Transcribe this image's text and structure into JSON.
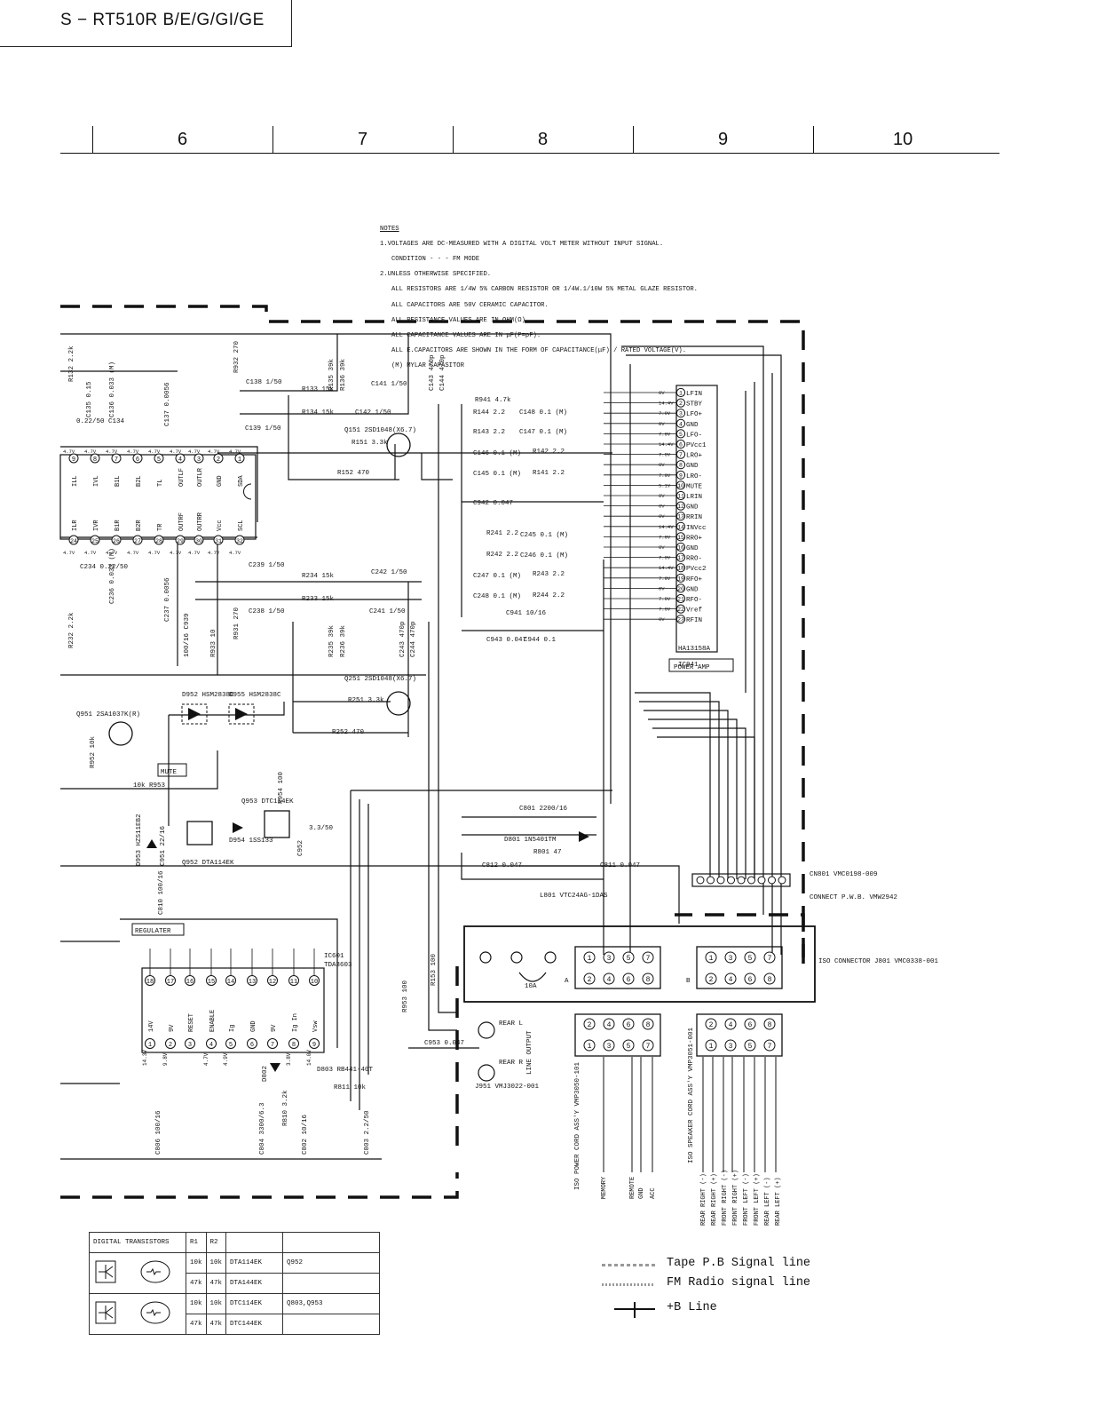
{
  "header": {
    "title": "S − RT510R B/E/G/GI/GE"
  },
  "columns": [
    "6",
    "7",
    "8",
    "9",
    "10"
  ],
  "notes": {
    "heading": "NOTES",
    "lines": [
      "1.VOLTAGES ARE DC-MEASURED WITH A DIGITAL VOLT METER WITHOUT INPUT SIGNAL.",
      "   CONDITION - - - FM MODE",
      "2.UNLESS OTHERWISE SPECIFIED.",
      "   ALL RESISTORS ARE 1/4W 5% CARBON RESISTOR OR 1/4W.1/10W 5% METAL GLAZE RESISTOR.",
      "   ALL CAPACITORS ARE 50V CERAMIC CAPACITOR.",
      "   ALL RESISTANCE VALUES ARE IN OHM(Ω).",
      "   ALL CAPACITANCE VALUES ARE IN μF(P=pF).",
      "   ALL E.CAPACITORS ARE SHOWN IN THE FORM OF CAPACITANCE(μF) / RATED VOLTAGE(V).",
      "   (M) MYLAR CAPASITOR"
    ]
  },
  "ic941": {
    "ref": "IC941",
    "part": "HA13158A",
    "label": "POWER AMP",
    "pins": [
      "LFIN",
      "STBY",
      "LFO+",
      "GND",
      "LFO-",
      "PVcc1",
      "LRO+",
      "GND",
      "LRO-",
      "MUTE",
      "LRIN",
      "GND",
      "RRIN",
      "INVcc",
      "RRO+",
      "GND",
      "RRO-",
      "PVcc2",
      "RFO+",
      "GND",
      "RFO-",
      "Vref",
      "RFIN"
    ],
    "voltages": [
      "0V",
      "14.4V",
      "7.0V",
      "0V",
      "7.0V",
      "14.4V",
      "7.0V",
      "0V",
      "7.0V",
      "5.1V",
      "0V",
      "0V",
      "0V",
      "14.4V",
      "7.0V",
      "0V",
      "7.0V",
      "14.4V",
      "7.0V",
      "0V",
      "7.0V",
      "7.0V",
      "0V"
    ]
  },
  "ic601": {
    "ref": "IC601",
    "part": "TDA3603",
    "pin_labels": [
      "14V",
      "9V",
      "RESET",
      "ENABLE",
      "Ig",
      "GND",
      "9V",
      "Ig In",
      "Vsw"
    ],
    "pin_voltages": [
      "14.3V",
      "9.8V",
      "",
      "4.7V",
      "4.9V",
      "",
      "",
      "3.8V",
      "14.0V"
    ],
    "top_pins": [
      "18",
      "17",
      "16",
      "15",
      "14",
      "13",
      "12",
      "11",
      "10"
    ],
    "bottom_pins": [
      "1",
      "2",
      "3",
      "4",
      "5",
      "6",
      "7",
      "8",
      "9"
    ]
  },
  "ic_left": {
    "top_pins": [
      "ILL",
      "IVL",
      "B1L",
      "B2L",
      "TL",
      "OUTLF",
      "OUTLR",
      "GND",
      "SDA"
    ],
    "top_nums": [
      "9",
      "8",
      "7",
      "6",
      "5",
      "4",
      "3",
      "2",
      "1"
    ],
    "bottom_pins": [
      "ILR",
      "IVR",
      "B1R",
      "B2R",
      "TR",
      "OUTRF",
      "OUTRR",
      "Vcc",
      "SCL"
    ],
    "bottom_nums": [
      "24",
      "25",
      "26",
      "27",
      "28",
      "29",
      "30",
      "31",
      "32"
    ],
    "voltage": "4.7V"
  },
  "components": {
    "r132": "R132 2.2k",
    "r232": "R232 2.2k",
    "c135": "C135 0.15",
    "c134": "0.22/50 C134",
    "c136": "C136 0.033 (M)",
    "c137": "C137 0.0056",
    "r932": "R932 270",
    "c138": "C138 1/50",
    "c139": "C139 1/50",
    "r133": "R133 15k",
    "r134": "R134 15k",
    "r135": "R135 39k",
    "r136": "R136 39k",
    "c141": "C141 1/50",
    "c143": "C143 470p",
    "c144": "C144 470p",
    "c142": "C142 1/50",
    "q151": "Q151 2SD1048(X6.7)",
    "r151": "R151 3.3k",
    "r152": "R152 470",
    "c234": "C234 0.22/50",
    "c236": "C236 0.033 (M)",
    "c237": "C237 0.0056",
    "c939": "100/16 C939",
    "r933": "R933 10",
    "r931": "R931 270",
    "c239": "C239 1/50",
    "c238": "C238 1/50",
    "r234": "R234 15k",
    "r233": "R233 15k",
    "r235": "R235 39k",
    "r236": "R236 39k",
    "c242": "C242 1/50",
    "c241": "C241 1/50",
    "c243": "C243 470p",
    "c244": "C244 470p",
    "q251": "Q251 2SD1048(X6.7)",
    "r251": "R251 3.3k",
    "r252": "R252 470",
    "d952": "D952 HSM2838C",
    "d955": "D955 HSM2838C",
    "q951": "Q951 2SA1037K(R)",
    "r952": "R952 10k",
    "r953": "10k R953",
    "mute": "MUTE",
    "q953": "Q953 DTC114EK",
    "r954": "R954 100",
    "d954": "D954 1SS133",
    "c952": "C952",
    "c952b": "3.3/50",
    "d953": "D953 HZS11EB2",
    "c951": "C951 22/16",
    "q952": "Q952 DTA114EK",
    "c810": "C810 100/16",
    "regulater": "REGULATER",
    "r941": "R941 4.7k",
    "r144": "R144 2.2",
    "c148": "C148 0.1 (M)",
    "r143": "R143 2.2",
    "c147": "C147 0.1 (M)",
    "c146": "C146 0.1 (M)",
    "r142": "R142 2.2",
    "c145": "C145 0.1 (M)",
    "r141": "R141 2.2",
    "c942": "C942 0.047",
    "r241": "R241 2.2",
    "c245": "C245 0.1 (M)",
    "r242": "R242 2.2",
    "c246": "C246 0.1 (M)",
    "c247": "C247 0.1 (M)",
    "r243": "R243 2.2",
    "c248": "C248 0.1 (M)",
    "r244": "R244 2.2",
    "c941": "C941 10/16",
    "c943": "C943 0.047",
    "c944": "C944 0.1",
    "c801": "C801 2200/16",
    "d801": "D801 1N5401TM",
    "r801": "R801 47",
    "c812": "C812 0.047",
    "c811": "C811 0.047",
    "l801": "L801 VTC24AG-1DAS",
    "cn801": "CN801 VMC0198-009",
    "connect": "CONNECT P.W.B. VMW2942",
    "iso_conn": "ISO CONNECTOR J801 VMC0338-001",
    "fuse": "10A",
    "r953b": "R953 100",
    "r153": "R153 100",
    "c953": "C953 0.047",
    "j951": "J951 VMJ3022-001",
    "line_output": "LINE OUTPUT",
    "rear_l": "REAR L",
    "rear_r": "REAR R",
    "d803": "D803 RB441-40T",
    "r811": "R811 10k",
    "c806": "C806 100/16",
    "c804": "C804 3300/6.3",
    "r810": "R810 3.2k",
    "c802": "C802 10/16",
    "c803": "C803 2.2/50",
    "d802": "D802",
    "iso_power": "ISO POWER CORD ASS'Y VMP3050-101",
    "iso_speaker": "ISO SPEAKER CORD ASS'Y VMP3051-001"
  },
  "iso_power_signals": [
    "MEMORY",
    "REMOTE",
    "GND",
    "ACC"
  ],
  "iso_speaker_signals": [
    "REAR RIGHT (-)",
    "REAR RIGHT (+)",
    "FRONT RIGHT (-)",
    "FRONT RIGHT (+)",
    "FRONT LEFT (-)",
    "FRONT LEFT (+)",
    "REAR LEFT (-)",
    "REAR LEFT (+)"
  ],
  "connector_a": {
    "label": "A",
    "top": [
      "1",
      "3",
      "5",
      "7"
    ],
    "bottom": [
      "2",
      "4",
      "6",
      "8"
    ]
  },
  "connector_b": {
    "label": "B",
    "top": [
      "1",
      "3",
      "5",
      "7"
    ],
    "bottom": [
      "2",
      "4",
      "6",
      "8"
    ]
  },
  "digital_transistors": {
    "headers": [
      "DIGITAL TRANSISTORS",
      "R1",
      "R2",
      "",
      ""
    ],
    "rows": [
      [
        "10k",
        "10k",
        "DTA114EK",
        "Q952"
      ],
      [
        "47k",
        "47k",
        "DTA144EK",
        ""
      ],
      [
        "10k",
        "10k",
        "DTC114EK",
        "Q803,Q953"
      ],
      [
        "47k",
        "47k",
        "DTC144EK",
        ""
      ]
    ]
  },
  "legend": [
    {
      "label": "Tape P.B Signal line"
    },
    {
      "label": "FM Radio signal line"
    },
    {
      "label": "+B Line"
    }
  ]
}
